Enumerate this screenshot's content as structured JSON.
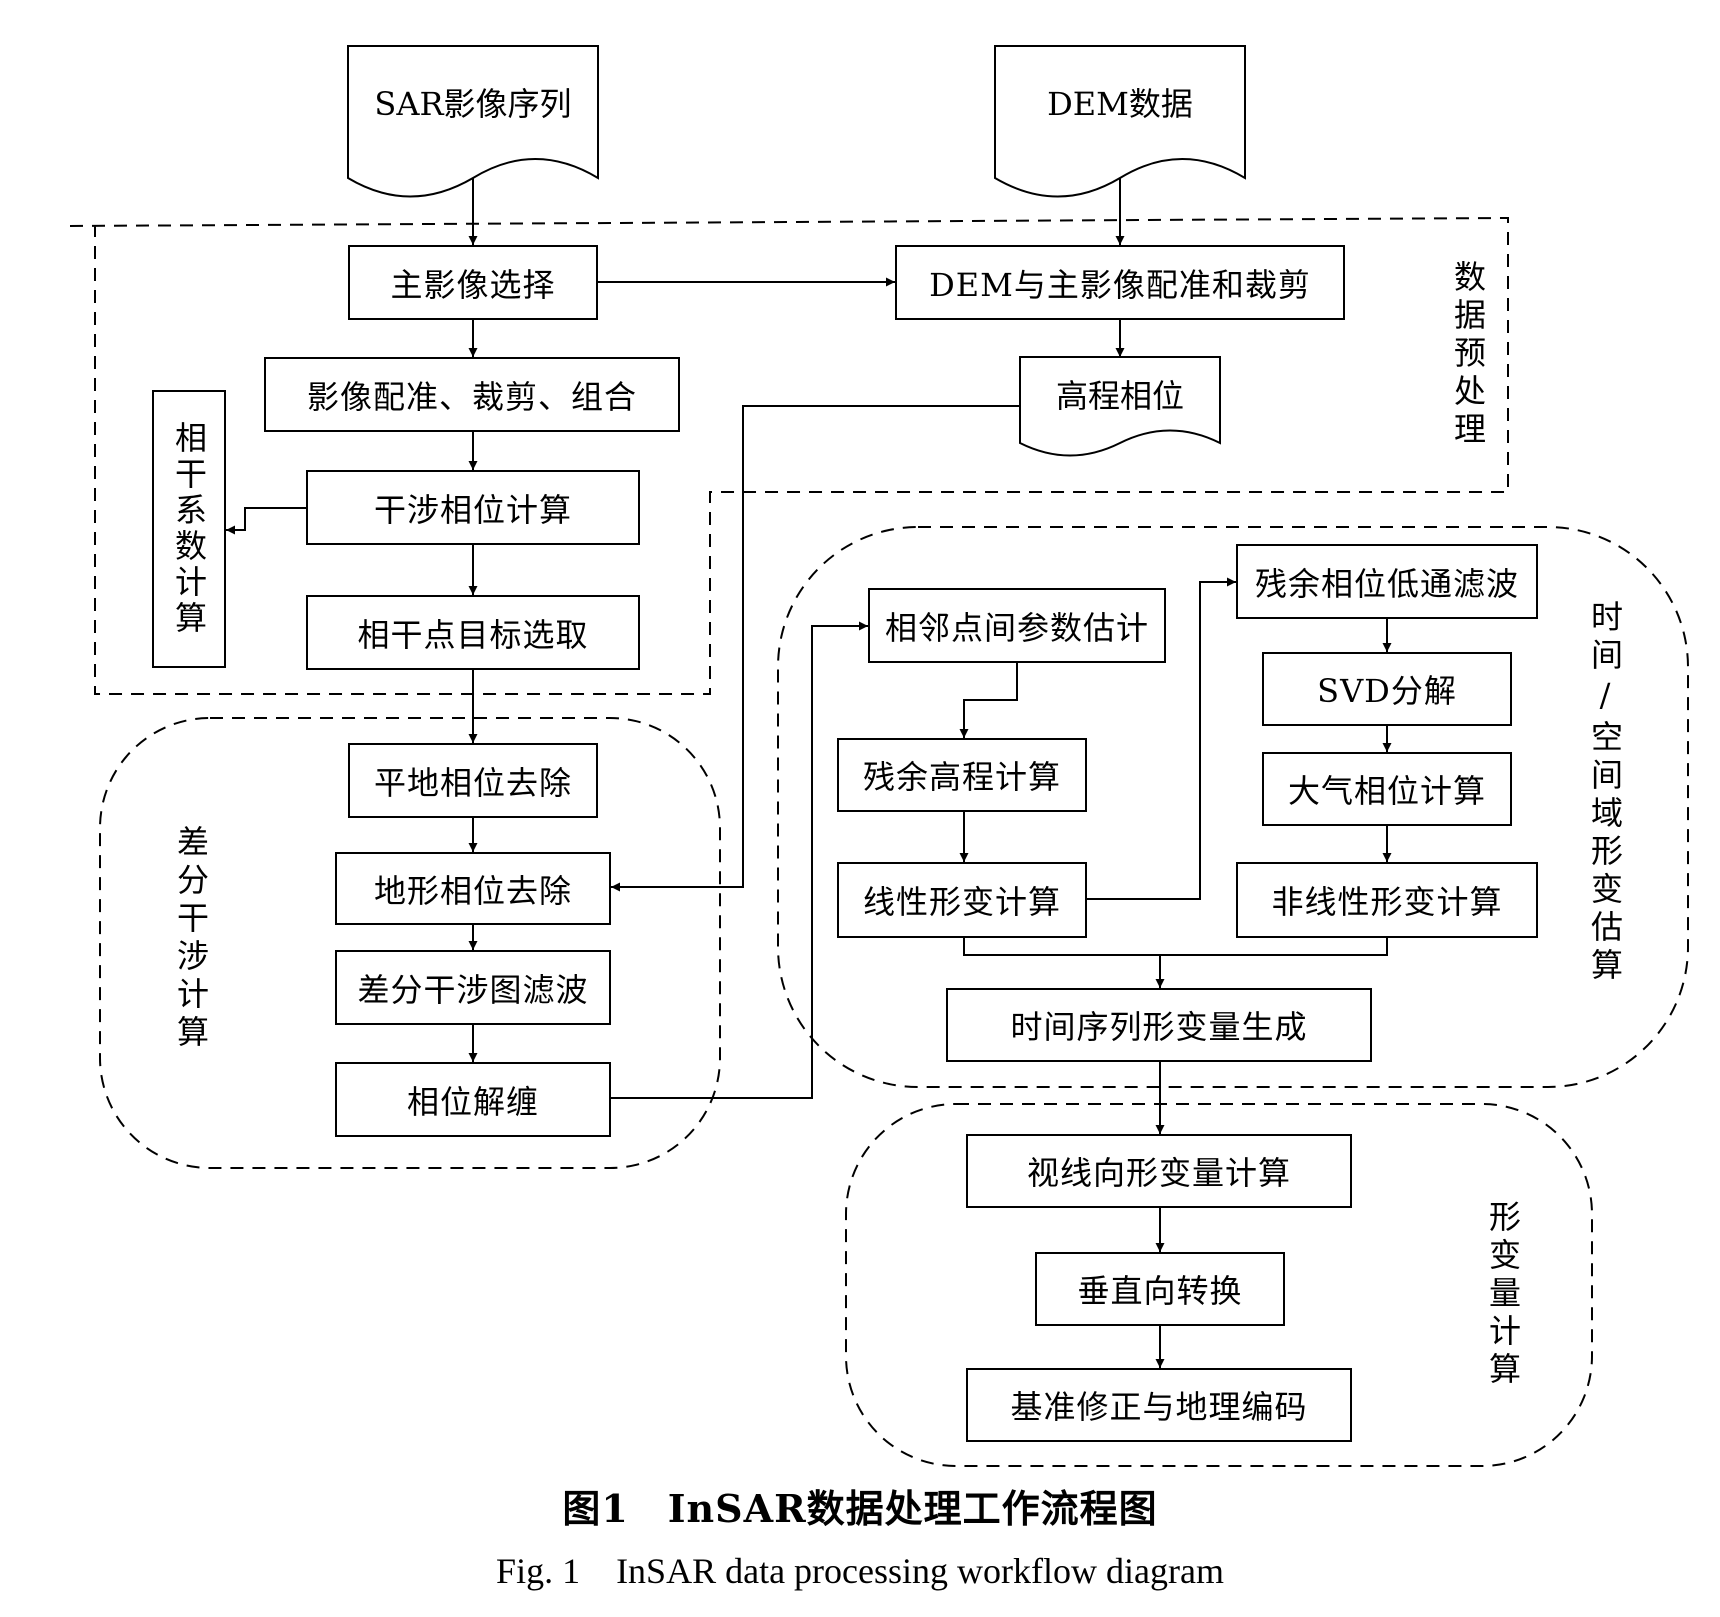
{
  "inputs": {
    "sar_images": "SAR影像序列",
    "dem_data": "DEM数据"
  },
  "preprocessing": {
    "group_label": "数据预处理",
    "master_selection": "主影像选择",
    "dem_registration": "DEM与主影像配准和裁剪",
    "image_registration": "影像配准、裁剪、组合",
    "elevation_phase": "高程相位",
    "coherence_calc": "相干系数计算",
    "interferometric_phase": "干涉相位计算",
    "coherent_point_selection": "相干点目标选取"
  },
  "differential": {
    "group_label": "差分干涉计算",
    "flat_earth_removal": "平地相位去除",
    "topographic_removal": "地形相位去除",
    "interferogram_filter": "差分干涉图滤波",
    "phase_unwrapping": "相位解缠"
  },
  "spatiotemporal": {
    "group_label": "时间/空间域形变估算",
    "neighbor_estimation": "相邻点间参数估计",
    "residual_elevation": "残余高程计算",
    "linear_deformation": "线性形变计算",
    "residual_lowpass": "残余相位低通滤波",
    "svd": "SVD分解",
    "atmospheric_phase": "大气相位计算",
    "nonlinear_deformation": "非线性形变计算",
    "time_series": "时间序列形变量生成"
  },
  "deformation": {
    "group_label": "形变量计算",
    "los_deformation": "视线向形变量计算",
    "vertical_conversion": "垂直向转换",
    "datum_geocoding": "基准修正与地理编码"
  },
  "caption": {
    "cn": "图1　InSAR数据处理工作流程图",
    "en": "Fig. 1　InSAR data processing workflow diagram"
  }
}
